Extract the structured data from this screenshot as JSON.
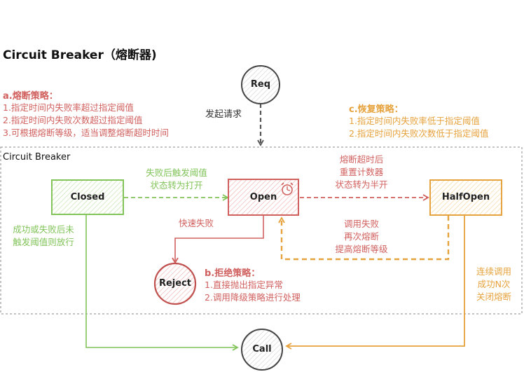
{
  "title": "Circuit Breaker（熔断器)",
  "strategies": {
    "a": {
      "title": "a.熔断策略：",
      "lines": [
        "1.指定时间内失败率超过指定阈值",
        "2.指定时间内失败次数超过指定阈值",
        "3.可根据熔断等级，适当调整熔断超时时间"
      ]
    },
    "b": {
      "title": "b.拒绝策略：",
      "lines": [
        "1.直接抛出指定异常",
        "2.调用降级策略进行处理"
      ]
    },
    "c": {
      "title": "c.恢复策略：",
      "lines": [
        "1.指定时间内失败率低于指定阈值",
        "2.指定时间内失败次数低于指定阈值"
      ]
    }
  },
  "frame_label": "Circuit Breaker",
  "nodes": {
    "req": "Req",
    "closed": "Closed",
    "open": "Open",
    "halfopen": "HalfOpen",
    "reject": "Reject",
    "call": "Call"
  },
  "edges": {
    "req_label": "发起请求",
    "closed_to_open": [
      "失败后触发阈值",
      "状态转为打开"
    ],
    "open_to_halfopen": [
      "熔断超时后",
      "重置计数器",
      "状态转为半开"
    ],
    "halfopen_to_open": [
      "调用失败",
      "再次熔断",
      "提高熔断等级"
    ],
    "open_to_reject": "快速失败",
    "closed_to_call": [
      "成功或失败后未",
      "触发阈值则放行"
    ],
    "halfopen_to_call": [
      "连续调用",
      "成功N次",
      "关闭熔断"
    ]
  },
  "colors": {
    "green": "#82c45a",
    "red": "#d0605e",
    "orange": "#e6a23c",
    "gray": "#555555"
  }
}
